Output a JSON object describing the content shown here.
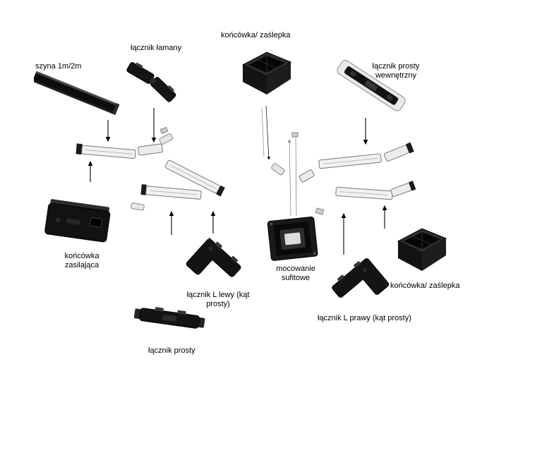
{
  "labels": {
    "rail": "szyna 1m/2m",
    "articulated_connector": "łącznik łamany",
    "end_cap_top": "końcówka/ zaślepka",
    "internal_straight_connector": "łącznik prosty wewnętrzny",
    "power_end_cap": "końcówka zasilająca",
    "l_connector_left": "łącznik L lewy (kąt prosty)",
    "ceiling_mount": "mocowanie sufitowe",
    "l_connector_right": "łącznik L prawy (kąt prosty)",
    "end_cap_right": "końcówka/ zaślepka",
    "straight_connector": "łącznik prosty"
  },
  "colors": {
    "background": "#ffffff",
    "component_black": "#141414",
    "track_white": "#f1f1f1",
    "text": "#000000"
  }
}
